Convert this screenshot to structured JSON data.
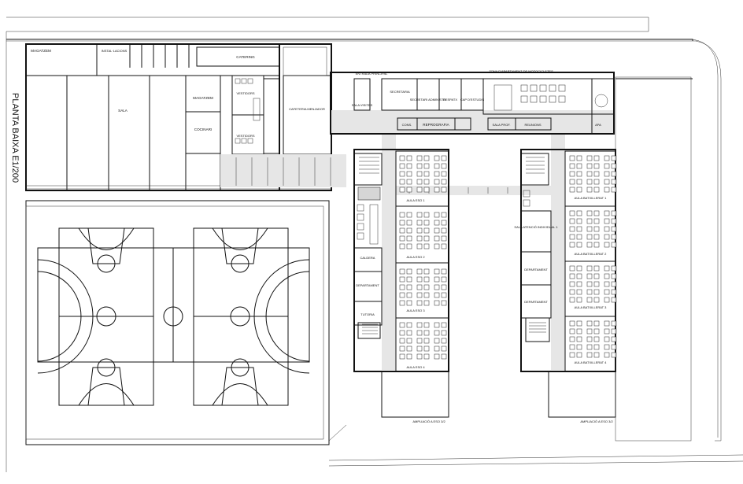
{
  "title": "PLANTA BAIXA   E1/200",
  "rooms": {
    "magatzem_top": "MAGATZEM",
    "instalacions": "INSTAL·LACIONS",
    "catering": "CATERING",
    "sala": "SALA",
    "magatzem_mid": "MAGATZEM",
    "cocinari": "COCINARI",
    "vestidors_1": "VESTIDORS",
    "vestidors_2": "VESTIDORS",
    "cafeteria": "CAFETERIA MENJADOR",
    "entrada": "ENTRADA PRINCIPAL",
    "zona_departament": "ZONA D'APARTAMENT DE MOTOCICLETES",
    "sala_visites": "SALA VISITES",
    "secretaria": "SECRETARIA",
    "secretari": "SECRETARI ADMINISTR.",
    "despatx": "DESPATX",
    "cap_estudis": "CAP D'ESTUDIS",
    "conserj": "CONS.",
    "reprografia": "REPROGRAFIA",
    "sala_prof": "SALA PROF.",
    "reunio": "REUNIONS",
    "apa": "APA",
    "aula_eso_1": "AULA ESO 1",
    "aula_eso_2": "AULA ESO 2",
    "aula_eso_3": "AULA ESO 3",
    "aula_eso_4": "AULA ESO 4",
    "caldera": "CALDERA",
    "departament_l": "DEPARTAMENT",
    "tutoria": "TUTORIA",
    "sala_atencio": "SALA ATENCIÓ INDIVIDUAL 1",
    "departament_r1": "DEPARTAMENT",
    "departament_r2": "DEPARTAMENT",
    "aula_batx_1": "AULA BATXILLERAT 1",
    "aula_batx_2": "AULA BATXILLERAT 2",
    "aula_batx_3": "AULA BATXILLERAT 3",
    "aula_batx_4": "AULA BATXILLERAT 4",
    "ampliacio_1": "AMPLIACIÓ A ESO 3/2",
    "ampliacio_2": "AMPLIACIÓ A ESO 3/2"
  }
}
